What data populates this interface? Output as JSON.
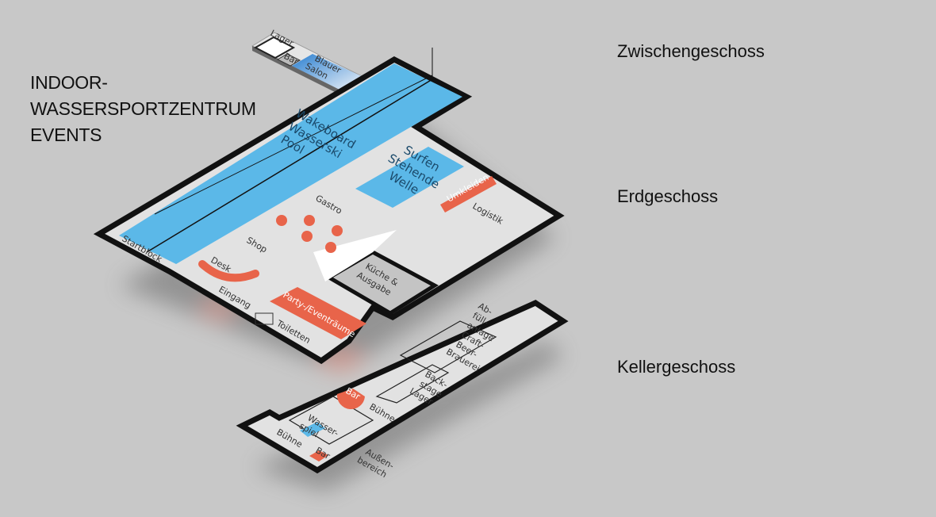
{
  "title": [
    "INDOOR-",
    "WASSERSPORTZENTRUM",
    "EVENTS"
  ],
  "floors": {
    "zwischengeschoss": "Zwischengeschoss",
    "erdgeschoss": "Erdgeschoss",
    "kellergeschoss": "Kellergeschoss"
  },
  "zwischengeschoss_rooms": {
    "lager": "Lager",
    "bar": "Bar",
    "blauer_salon": [
      "Blauer",
      "Salon"
    ]
  },
  "erdgeschoss_rooms": {
    "pool": [
      "Wakeboard",
      "Wasserski",
      "Pool"
    ],
    "surfen": [
      "Surfen",
      "Stehende",
      "Welle"
    ],
    "umkleiden": "Umkleiden",
    "logistik": "Logistik",
    "gastro": "Gastro",
    "shop": "Shop",
    "startblock": "Startblock",
    "desk": "Desk",
    "eingang": "Eingang",
    "kueche": [
      "Küche &",
      "Ausgabe"
    ],
    "party": "Party-/Eventräume",
    "toiletten": "Toiletten"
  },
  "kellergeschoss_rooms": {
    "abfuell": [
      "Ab-",
      "füll-",
      "anlage",
      "Craft-",
      "Beer-",
      "Brauerei"
    ],
    "backstage": [
      "Back-",
      "stage",
      "Lager"
    ],
    "bar1": "Bar",
    "buehne1": "Bühne",
    "wasserspiel": [
      "Wasser-",
      "spiel"
    ],
    "buehne2": "Bühne",
    "bar2": "Bar",
    "aussen": [
      "Außen-",
      "bereich"
    ]
  },
  "colors": {
    "water": "#5bb8e8",
    "accent": "#e8644a",
    "floor": "#e4e4e4",
    "wall": "#111111"
  }
}
